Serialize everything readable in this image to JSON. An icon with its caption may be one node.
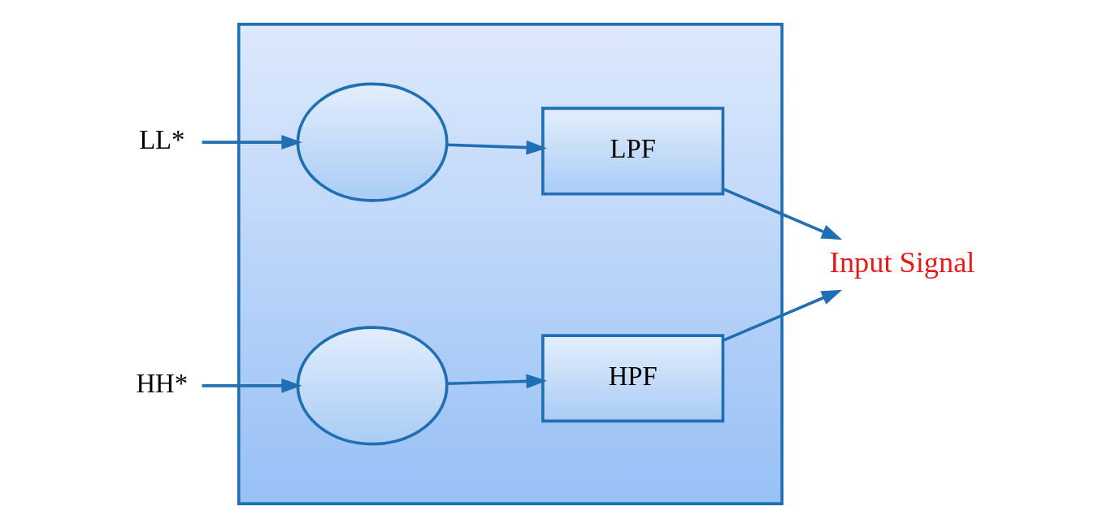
{
  "diagram": {
    "nodes": [
      {
        "text": [],
        "shape": "box"
      },
      {
        "text": [
          "LL*"
        ]
      },
      {
        "text": [
          "HH*"
        ]
      },
      {
        "text": [],
        "shape": "circle",
        "in": 0
      },
      {
        "text": [],
        "shape": "circle",
        "in": 0
      },
      {
        "text": [
          "LPF"
        ],
        "in": 0
      },
      {
        "text": [
          "HPF"
        ],
        "in": 0
      },
      {
        "text": [
          "Input Signal"
        ]
      }
    ],
    "edges": [
      {
        "from": 1,
        "to": 3,
        "arrow": "to"
      },
      {
        "from": 3,
        "to": 5,
        "arrow": "to"
      },
      {
        "from": 5,
        "to": 7,
        "arrow": "to"
      },
      {
        "from": 2,
        "to": 4,
        "arrow": "to"
      },
      {
        "from": 4,
        "to": 6,
        "arrow": "to"
      },
      {
        "from": 6,
        "to": 7,
        "arrow": "to"
      }
    ]
  }
}
